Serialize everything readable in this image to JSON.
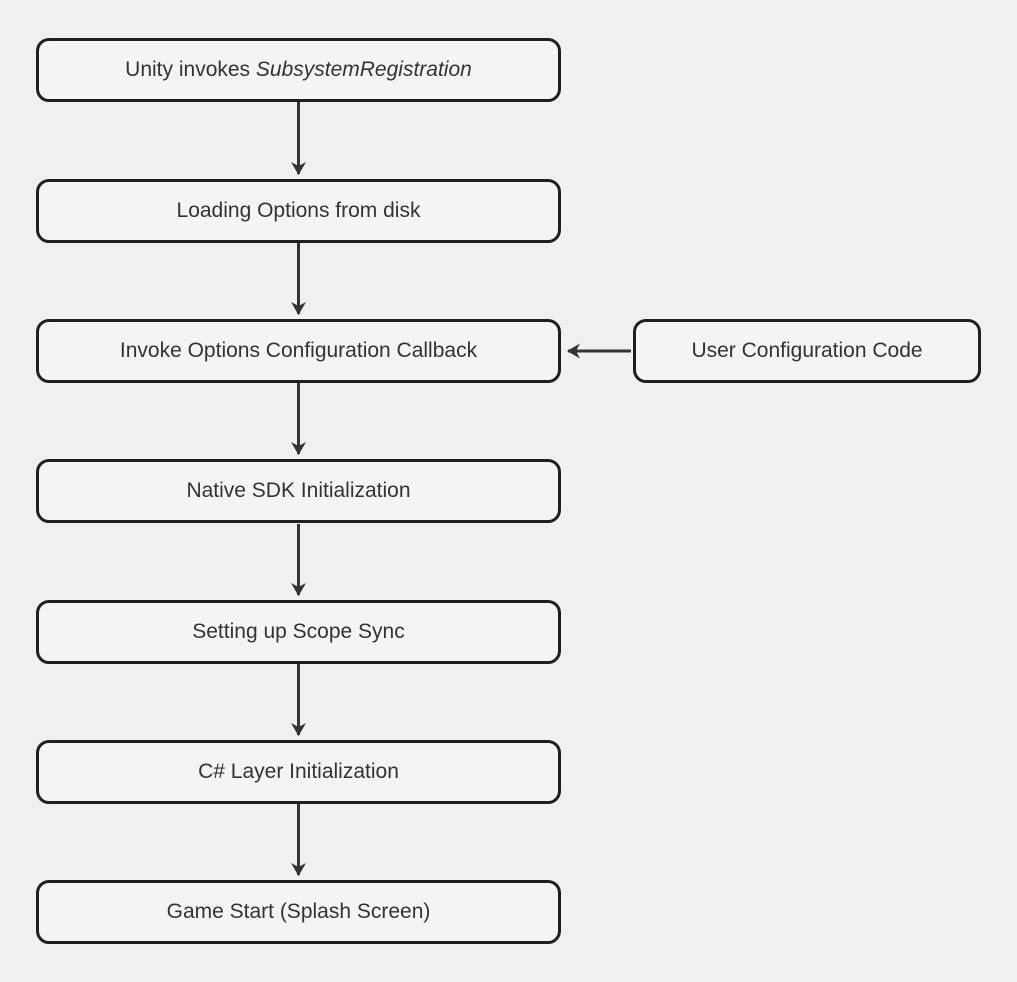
{
  "diagram": {
    "type": "flowchart",
    "direction": "top-down",
    "steps": [
      {
        "label": "Unity invokes ",
        "label_italic": "SubsystemRegistration"
      },
      {
        "label": "Loading Options from disk"
      },
      {
        "label": "Invoke Options Configuration Callback"
      },
      {
        "label": "Native SDK Initialization"
      },
      {
        "label": "Setting up Scope Sync"
      },
      {
        "label": "C# Layer Initialization"
      },
      {
        "label": "Game Start (Splash Screen)"
      }
    ],
    "side_node": {
      "label": "User Configuration Code"
    },
    "edges": [
      {
        "from": "Unity invokes SubsystemRegistration",
        "to": "Loading Options from disk"
      },
      {
        "from": "Loading Options from disk",
        "to": "Invoke Options Configuration Callback"
      },
      {
        "from": "User Configuration Code",
        "to": "Invoke Options Configuration Callback"
      },
      {
        "from": "Invoke Options Configuration Callback",
        "to": "Native SDK Initialization"
      },
      {
        "from": "Native SDK Initialization",
        "to": "Setting up Scope Sync"
      },
      {
        "from": "Setting up Scope Sync",
        "to": "C# Layer Initialization"
      },
      {
        "from": "C# Layer Initialization",
        "to": "Game Start (Splash Screen)"
      }
    ]
  },
  "colors": {
    "background": "#f0f0f0",
    "node-fill": "#f4f4f4",
    "stroke": "#1f1f1f",
    "arrow": "#333333",
    "text": "#333333"
  }
}
